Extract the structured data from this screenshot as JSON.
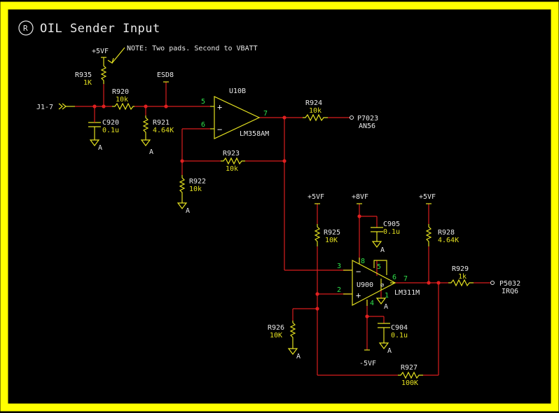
{
  "title": "OIL Sender Input",
  "title_badge": "R",
  "note": "NOTE: Two pads. Second to VBATT",
  "colors": {
    "frame": "#ffff00",
    "wire": "#d81e1e",
    "component": "#e3e020",
    "pin": "#2ee04a",
    "text": "#e8e8e8"
  },
  "nets": {
    "input": "J1-7",
    "esd": "ESD8",
    "out1": "P7023",
    "out1b": "AN56",
    "out2": "P5032",
    "out2b": "IRQ6",
    "p5vf_a": "+5VF",
    "p5vf_b": "+5VF",
    "p8vf": "+8VF",
    "p5vf_c": "+5VF",
    "m5vf": "-5VF",
    "gnd": "A"
  },
  "opamp1": {
    "ref": "U10B",
    "part": "LM358AM",
    "pin_plus": "5",
    "pin_minus": "6",
    "pin_out": "7",
    "sym_plus": "+",
    "sym_minus": "−"
  },
  "comp": {
    "ref": "U900",
    "part": "LM311M",
    "pin_minus": "3",
    "pin_plus": "2",
    "pin_out": "7",
    "pin_v8": "8",
    "pin_5": "5",
    "pin_6": "6",
    "pin_1": "1",
    "pin_4": "4",
    "sym_minus": "−",
    "sym_plus": "+",
    "sym_open": "⊘"
  },
  "resistors": {
    "r935": {
      "ref": "R935",
      "value": "1K"
    },
    "r920": {
      "ref": "R920",
      "value": "10k"
    },
    "r921": {
      "ref": "R921",
      "value": "4.64K"
    },
    "r924": {
      "ref": "R924",
      "value": "10k"
    },
    "r923": {
      "ref": "R923",
      "value": "10k"
    },
    "r922": {
      "ref": "R922",
      "value": "10k"
    },
    "r925": {
      "ref": "R925",
      "value": "10K"
    },
    "r928": {
      "ref": "R928",
      "value": "4.64K"
    },
    "r929": {
      "ref": "R929",
      "value": "1k"
    },
    "r926": {
      "ref": "R926",
      "value": "10K"
    },
    "r927": {
      "ref": "R927",
      "value": "100K"
    }
  },
  "capacitors": {
    "c920": {
      "ref": "C920",
      "value": "0.1u"
    },
    "c905": {
      "ref": "C905",
      "value": "0.1u"
    },
    "c904": {
      "ref": "C904",
      "value": "0.1u"
    }
  }
}
